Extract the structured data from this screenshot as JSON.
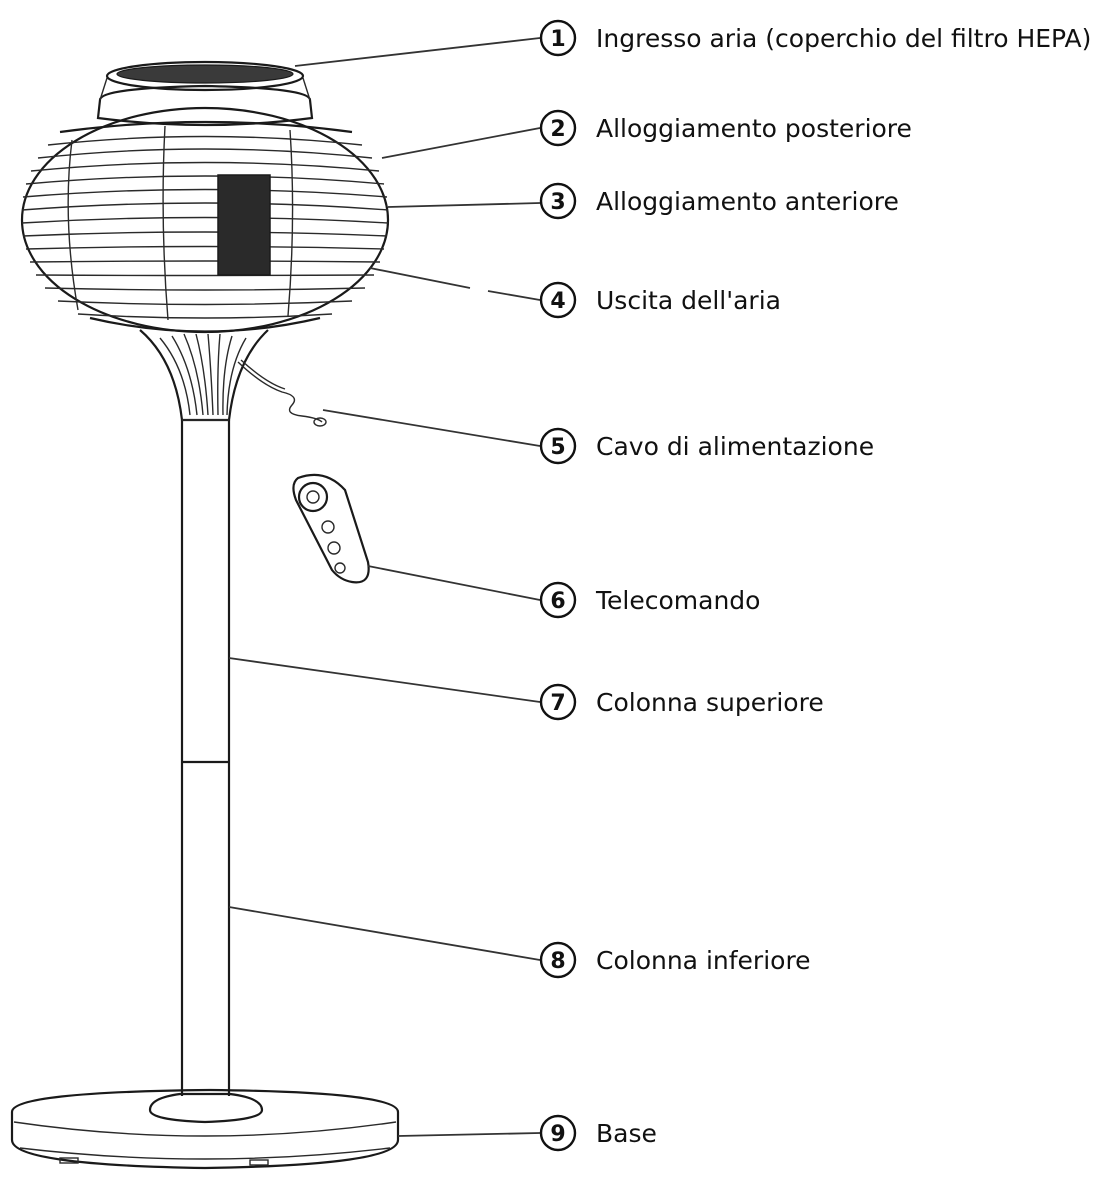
{
  "colors": {
    "ink": "#1a1a1a",
    "background": "#ffffff"
  },
  "callouts": [
    {
      "number": "1",
      "label": "Ingresso aria (coperchio del filtro HEPA)"
    },
    {
      "number": "2",
      "label": "Alloggiamento posteriore"
    },
    {
      "number": "3",
      "label": "Alloggiamento anteriore"
    },
    {
      "number": "4",
      "label": "Uscita dell'aria"
    },
    {
      "number": "5",
      "label": "Cavo di alimentazione"
    },
    {
      "number": "6",
      "label": "Telecomando"
    },
    {
      "number": "7",
      "label": "Colonna superiore"
    },
    {
      "number": "8",
      "label": "Colonna inferiore"
    },
    {
      "number": "9",
      "label": "Base"
    }
  ]
}
